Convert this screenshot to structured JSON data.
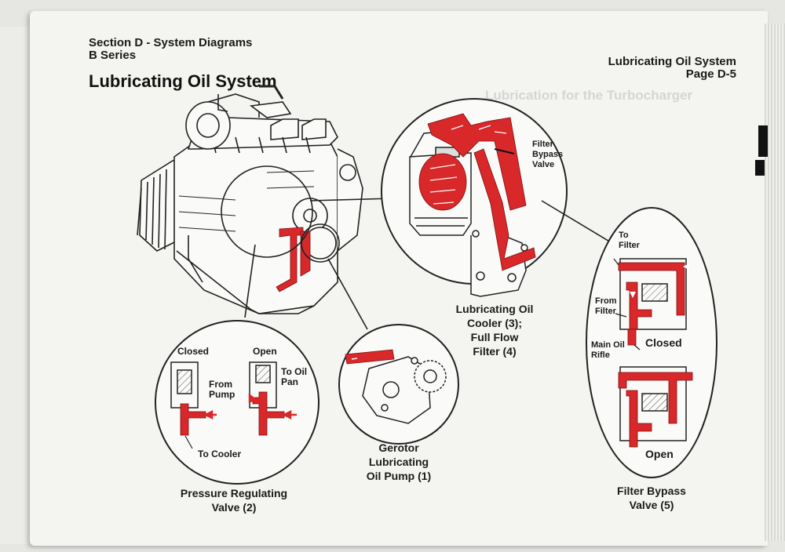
{
  "header": {
    "section_line1": "Section D - System Diagrams",
    "section_line2": "B Series",
    "right_line1": "Lubricating Oil System",
    "right_line2": "Page D-5"
  },
  "page_title": "Lubricating Oil System",
  "labels": {
    "cooler_filter": [
      "Lubricating Oil",
      "Cooler (3);",
      "Full Flow",
      "Filter (4)"
    ],
    "filter_bypass_valve_callout": [
      "Filter",
      "Bypass",
      "Valve"
    ],
    "pressure_valve": {
      "closed": "Closed",
      "open": "Open",
      "from_pump": [
        "From",
        "Pump"
      ],
      "to_oil_pan": [
        "To Oil",
        "Pan"
      ],
      "to_cooler": "To Cooler",
      "caption": [
        "Pressure Regulating",
        "Valve (2)"
      ]
    },
    "pump": {
      "caption": [
        "Gerotor",
        "Lubricating",
        "Oil Pump (1)"
      ]
    },
    "bypass": {
      "to_filter": [
        "To",
        "Filter"
      ],
      "from_filter": [
        "From",
        "Filter"
      ],
      "main_oil_rifle": [
        "Main Oil",
        "Rifle"
      ],
      "closed": "Closed",
      "open": "Open",
      "caption": [
        "Filter Bypass",
        "Valve (5)"
      ]
    }
  },
  "colors": {
    "oil_red": "#d8282a",
    "ink": "#1a1a1a",
    "paper": "#f4f4f1"
  }
}
